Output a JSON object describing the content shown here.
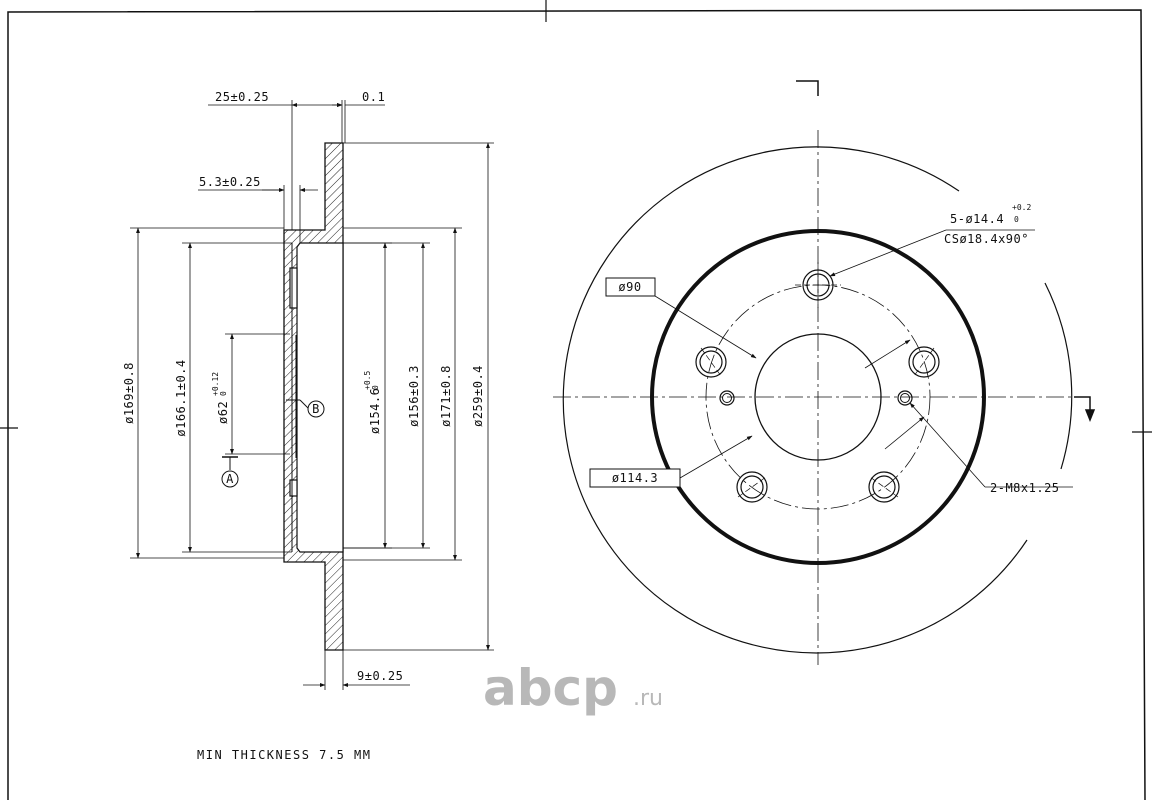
{
  "drawing": {
    "note": "MIN THICKNESS 7.5 MM",
    "section_dims": {
      "total_width": "25±0.25",
      "runout": "0.1",
      "hat_thickness": "5.3±0.25",
      "disc_thickness": "9±0.25",
      "d169": "ø169±0.8",
      "d166": "ø166.1±0.4",
      "d62": "ø62",
      "d62_tol_upper": "+0.12",
      "d62_tol_lower": "0",
      "d154": "ø154.6",
      "d154_tol_upper": "+0.5",
      "d154_tol_lower": "0",
      "d156": "ø156±0.3",
      "d171": "ø171±0.8",
      "d259": "ø259±0.4",
      "datum_a": "A",
      "datum_b": "B"
    },
    "face_dims": {
      "bolt_holes": "5-ø14.4",
      "bolt_tol_upper": "+0.2",
      "bolt_tol_lower": "0",
      "countersink": "CSø18.4x90°",
      "center_bore": "ø90",
      "pcd": "ø114.3",
      "threaded_holes": "2-M8x1.25"
    },
    "watermark": {
      "main": "abcp",
      "suffix": ".ru"
    },
    "colors": {
      "line": "#111111",
      "watermark": "#b8b8b8"
    }
  }
}
